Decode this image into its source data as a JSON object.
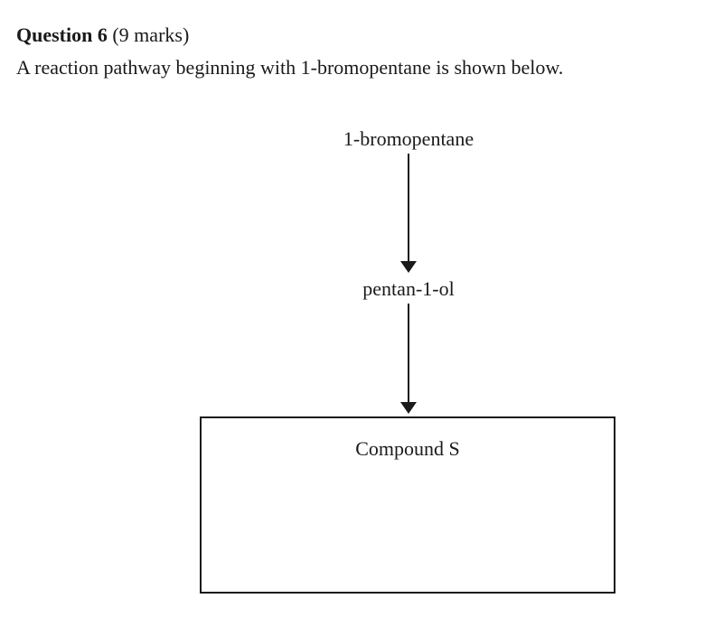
{
  "question": {
    "number_label": "Question 6",
    "marks": "(9 marks)",
    "intro": "A reaction pathway beginning with 1-bromopentane is shown below."
  },
  "pathway": {
    "start_compound": "1-bromopentane",
    "intermediate_compound": "pentan-1-ol",
    "product_compound": "Compound S"
  }
}
